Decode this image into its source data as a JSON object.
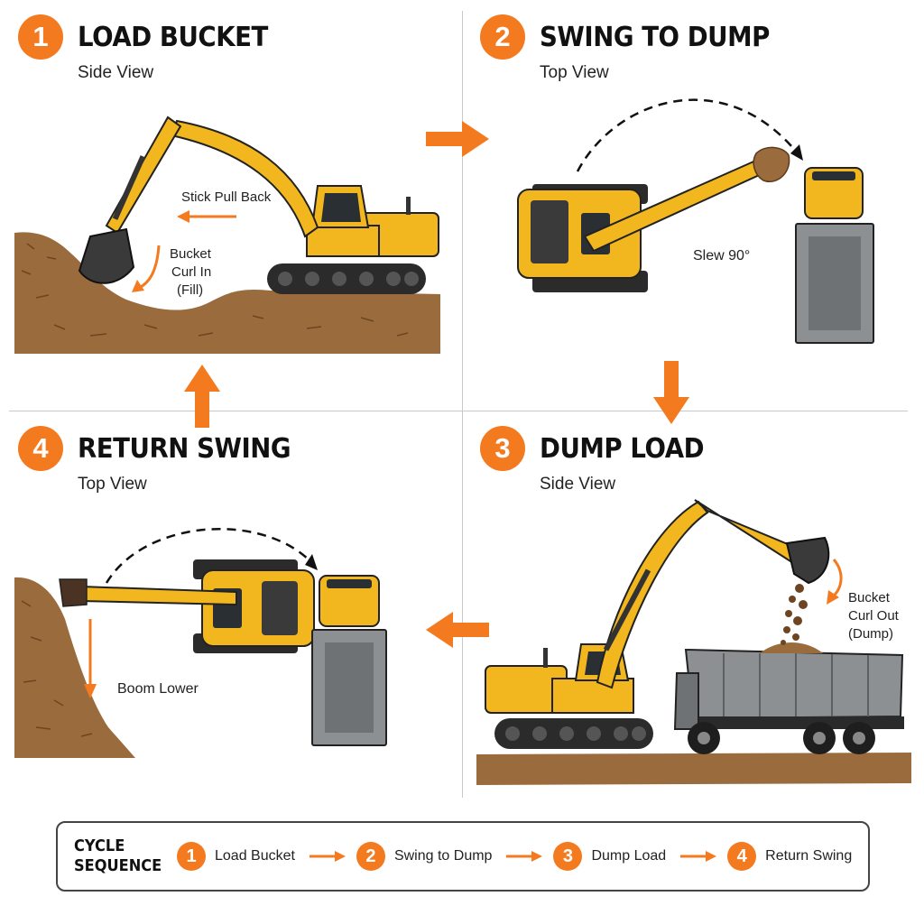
{
  "colors": {
    "accent": "#f47a20",
    "machine": "#f2b61f",
    "machine_dark": "#c98c10",
    "track": "#2b2b2b",
    "dirt": "#9a6b3c",
    "dirt_dark": "#6e4522",
    "truck_bed": "#8d9092"
  },
  "steps": [
    {
      "id": "p1",
      "number": "1",
      "title": "LOAD BUCKET",
      "view": "Side View",
      "labels": {
        "stick": "Stick Pull Back",
        "curl_1": "Bucket",
        "curl_2": "Curl In",
        "curl_3": "(Fill)"
      }
    },
    {
      "id": "p2",
      "number": "2",
      "title": "SWING TO DUMP",
      "view": "Top View",
      "labels": {
        "slew": "Slew 90°"
      }
    },
    {
      "id": "p3",
      "number": "3",
      "title": "DUMP LOAD",
      "view": "Side View",
      "labels": {
        "curl_1": "Bucket",
        "curl_2": "Curl Out",
        "curl_3": "(Dump)"
      }
    },
    {
      "id": "p4",
      "number": "4",
      "title": "RETURN SWING",
      "view": "Top View",
      "labels": {
        "boom": "Boom Lower"
      }
    }
  ],
  "legend": {
    "title_1": "CYCLE",
    "title_2": "SEQUENCE",
    "items": [
      {
        "number": "1",
        "label": "Load Bucket"
      },
      {
        "number": "2",
        "label": "Swing to Dump"
      },
      {
        "number": "3",
        "label": "Dump Load"
      },
      {
        "number": "4",
        "label": "Return Swing"
      }
    ]
  }
}
